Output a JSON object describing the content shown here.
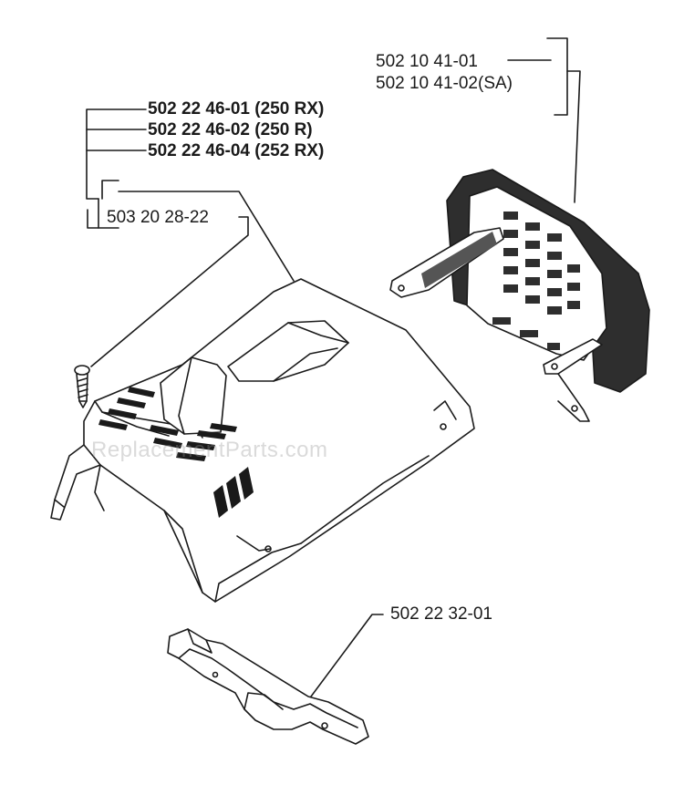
{
  "colors": {
    "line": "#1a1a1a",
    "shade": "#3a3a3a",
    "fill": "#ffffff",
    "watermark": "#969696"
  },
  "labels": {
    "cylinder_cover_a": "502 22 46-01 (250 RX)",
    "cylinder_cover_b": "502 22 46-02 (250 R)",
    "cylinder_cover_c": "502 22 46-04 (252 RX)",
    "screw": "503 20 28-22",
    "muffler_guard_a": "502 10 41-01",
    "muffler_guard_b": "502 10 41-02(SA)",
    "bracket": "502 22 32-01"
  },
  "watermark": "ReplacementParts.com"
}
